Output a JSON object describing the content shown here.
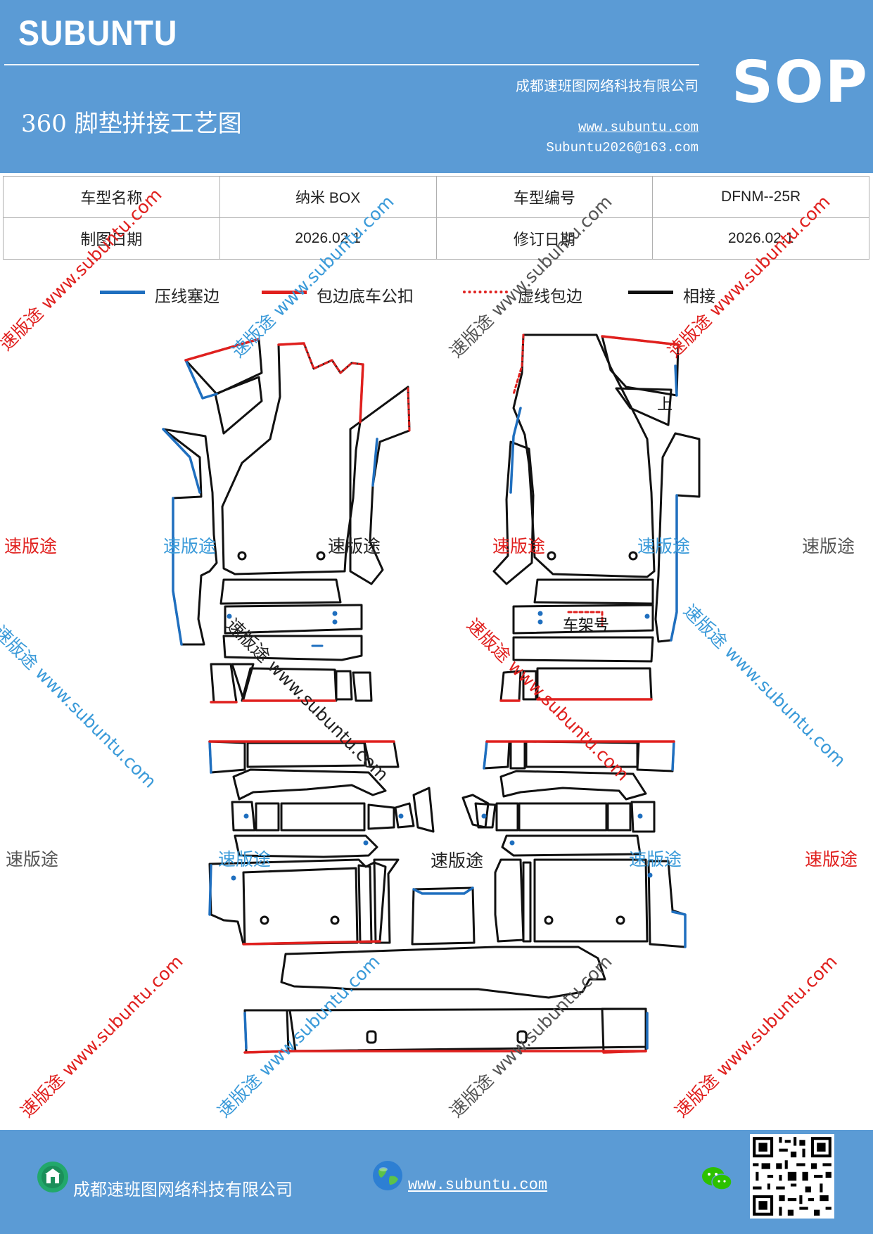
{
  "header": {
    "brand": "SUBUNTU",
    "company": "成都速班图网络科技有限公司",
    "title": "360 脚垫拼接工艺图",
    "website": "www.subuntu.com",
    "email": "Subuntu2026@163.com",
    "sop": "SOP"
  },
  "info_table": {
    "row1": {
      "label1": "车型名称",
      "value1": "纳米 BOX",
      "label2": "车型编号",
      "value2": "DFNM--25R"
    },
    "row2": {
      "label1": "制图日期",
      "value1": "2026.02.1",
      "label2": "修订日期",
      "value2": "2026.02.1"
    }
  },
  "legend": [
    {
      "label": "压线塞边",
      "color": "#1f6fbf",
      "style": "solid"
    },
    {
      "label": "包边底车公扣",
      "color": "#e0201e",
      "style": "solid"
    },
    {
      "label": "虚线包边",
      "color": "#e0201e",
      "style": "dotted"
    },
    {
      "label": "相接",
      "color": "#111111",
      "style": "solid"
    }
  ],
  "diagram": {
    "label_up": "上",
    "label_frame": "车架号"
  },
  "watermarks": {
    "brand": "速版途",
    "diagonal": "速版途 www.subuntu.com",
    "url": "www.subuntu.com"
  },
  "footer": {
    "company": "成都速班图网络科技有限公司",
    "website": "www.subuntu.com "
  },
  "colors": {
    "header_bg": "#5b9bd5",
    "blue_line": "#1f6fbf",
    "red_line": "#e0201e",
    "black_line": "#111111"
  }
}
